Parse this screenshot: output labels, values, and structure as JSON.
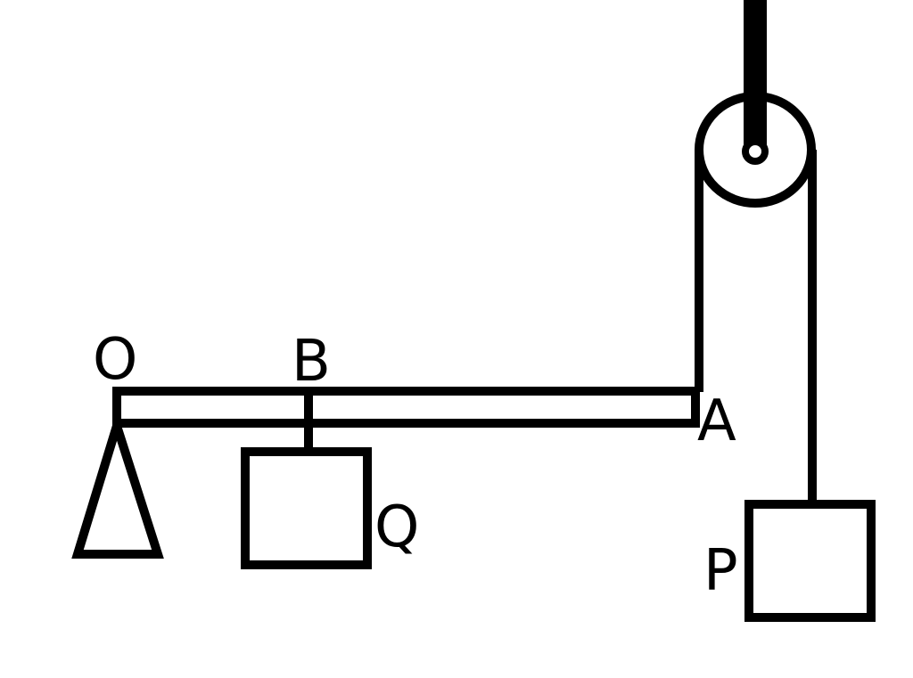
{
  "labels": {
    "O": "O",
    "B": "B",
    "A": "A",
    "Q": "Q",
    "P": "P"
  },
  "colors": {
    "line": "#000000",
    "background": "#ffffff"
  }
}
